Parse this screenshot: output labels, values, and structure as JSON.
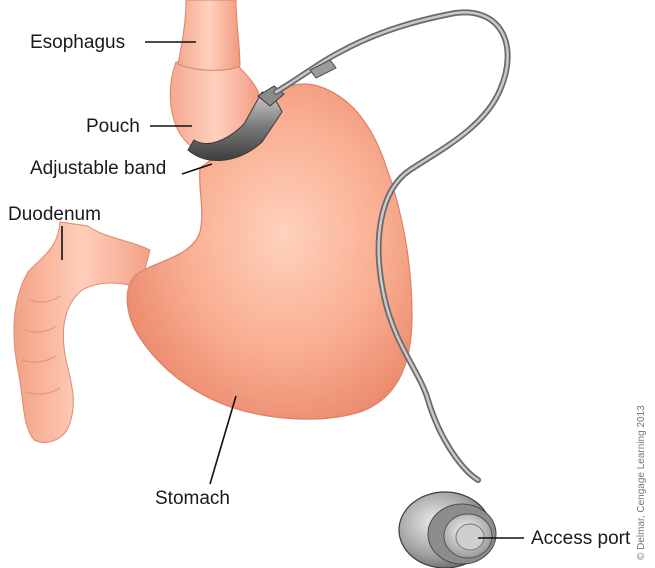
{
  "labels": {
    "esophagus": "Esophagus",
    "pouch": "Pouch",
    "adjustable_band": "Adjustable band",
    "duodenum": "Duodenum",
    "stomach": "Stomach",
    "access_port": "Access port"
  },
  "credit": "© Delmar, Cengage Learning 2013",
  "colors": {
    "tissue": "#f7a68a",
    "tissue_shadow": "#e9826b",
    "tissue_highlight": "#ffd6c4",
    "band": "#6d6d6d",
    "tube": "#8e8e8e",
    "port": "#9a9a9a",
    "leader": "#111111"
  }
}
